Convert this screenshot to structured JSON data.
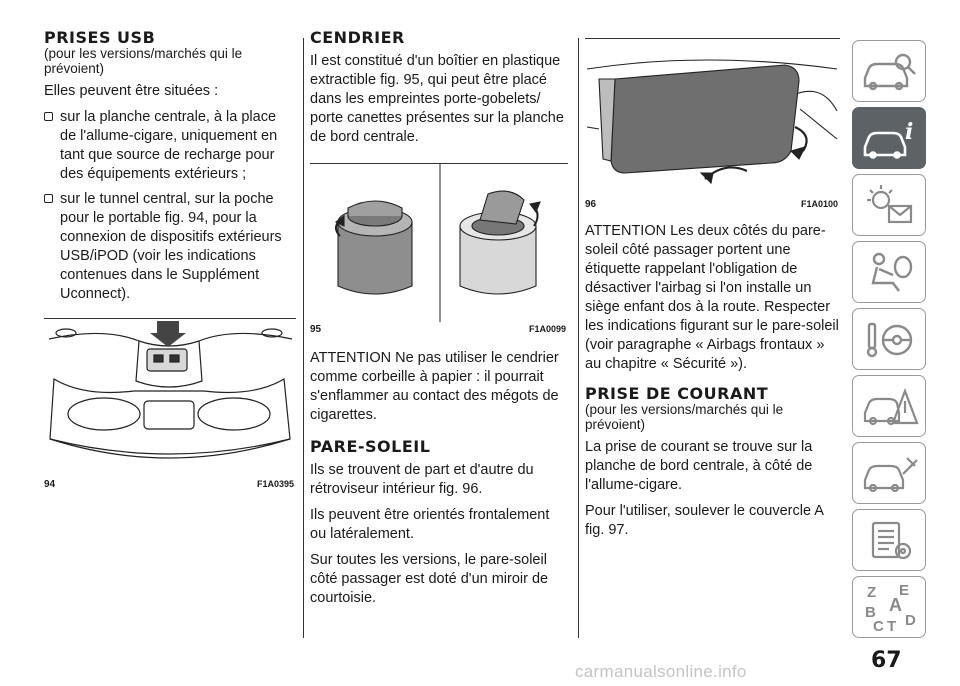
{
  "section_usb": {
    "title": "PRISES USB",
    "subtitle": "(pour les versions/marchés qui le prévoient)",
    "intro": "Elles peuvent être situées :",
    "bullets": [
      "sur la planche centrale, à la place de l'allume-cigare, uniquement en tant que source de recharge pour des équipements extérieurs ;",
      "sur le tunnel central, sur la poche pour le portable fig. 94, pour la connexion de dispositifs extérieurs USB/iPOD (voir les indications contenues dans le Supplément Uconnect)."
    ],
    "figure": {
      "number": "94",
      "code": "F1A0395"
    }
  },
  "section_cendrier": {
    "title": "CENDRIER",
    "body": "Il est constitué d'un boîtier en plastique extractible fig. 95, qui peut être placé dans les empreintes porte-gobelets/ porte canettes présentes sur la planche de bord centrale.",
    "figure": {
      "number": "95",
      "code": "F1A0099"
    },
    "warning": "ATTENTION Ne pas utiliser le cendrier comme corbeille à papier : il pourrait s'enflammer au contact des mégots de cigarettes."
  },
  "section_pare_soleil": {
    "title": "PARE-SOLEIL",
    "paragraphs": [
      "Ils se trouvent de part et d'autre du rétroviseur intérieur fig. 96.",
      "Ils peuvent être orientés frontalement ou latéralement.",
      "Sur toutes les versions, le pare-soleil côté passager est doté d'un miroir de courtoisie."
    ],
    "figure": {
      "number": "96",
      "code": "F1A0100"
    },
    "warning": "ATTENTION Les deux côtés du pare-soleil côté passager portent une étiquette rappelant l'obligation de désactiver l'airbag si l'on installe un siège enfant dos à la route. Respecter les indications figurant sur le pare-soleil (voir paragraphe « Airbags frontaux » au chapitre « Sécurité »)."
  },
  "section_prise": {
    "title": "PRISE DE COURANT",
    "subtitle": "(pour les versions/marchés qui le prévoient)",
    "paragraphs": [
      "La prise de courant se trouve sur la planche de bord centrale, à côté de l'allume-cigare.",
      "Pour l'utiliser, soulever le couvercle A fig. 97."
    ]
  },
  "sidebar": {
    "tabs": [
      {
        "icon": "car-search-icon",
        "active": false
      },
      {
        "icon": "car-info-icon",
        "active": true
      },
      {
        "icon": "warning-lights-icon",
        "active": false
      },
      {
        "icon": "seat-airbag-icon",
        "active": false
      },
      {
        "icon": "steering-key-icon",
        "active": false
      },
      {
        "icon": "car-breakdown-icon",
        "active": false
      },
      {
        "icon": "car-maintenance-icon",
        "active": false
      },
      {
        "icon": "technical-data-icon",
        "active": false
      },
      {
        "icon": "alphabetical-index-icon",
        "active": false
      }
    ],
    "index_letters": [
      "Z",
      "E",
      "A",
      "B",
      "C",
      "D",
      "T"
    ]
  },
  "page_number": "67",
  "watermark": "carmanualsonline.info",
  "colors": {
    "active_tab": "#5d6266",
    "tab_border": "#9a9a9a",
    "icon_stroke": "#8a8a8a"
  }
}
